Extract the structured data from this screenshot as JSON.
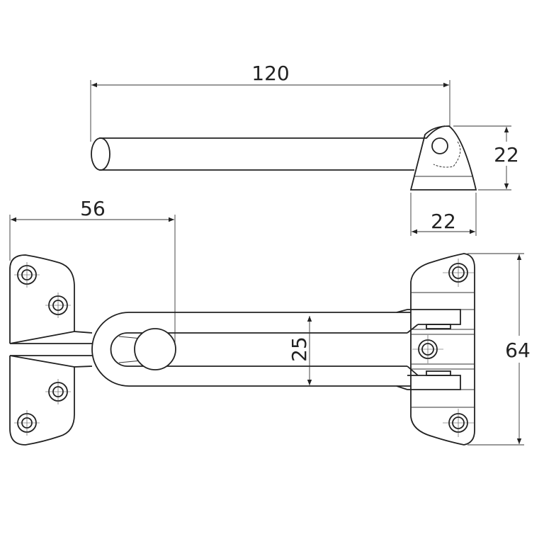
{
  "dimensions": {
    "rod_length": "120",
    "bracket_height": "22",
    "bracket_width": "22",
    "knob_offset": "56",
    "slot_width": "25",
    "plate_height": "64"
  },
  "colors": {
    "line": "#222222",
    "background": "#ffffff"
  }
}
